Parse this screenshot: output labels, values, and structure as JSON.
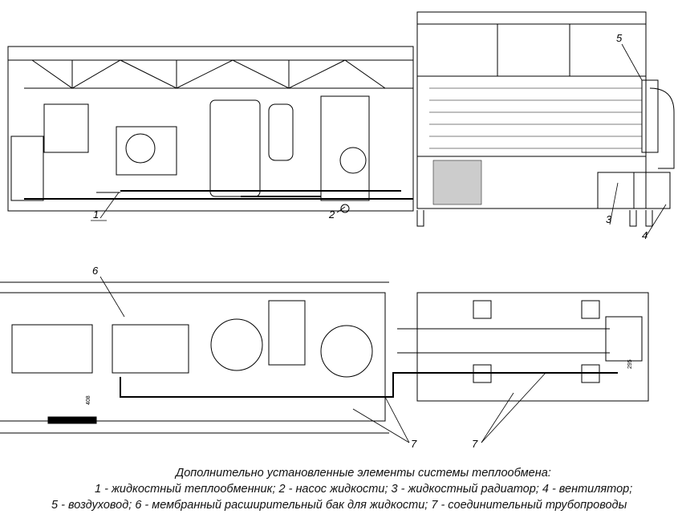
{
  "callouts": {
    "c1": "1",
    "c2": "2",
    "c3": "3",
    "c4": "4",
    "c5": "5",
    "c6": "6",
    "c7a": "7",
    "c7b": "7"
  },
  "dimensions": {
    "d1": "408",
    "d2": "295"
  },
  "caption": {
    "title": "Дополнительно установленные элементы системы теплообмена:",
    "line1": "1 - жидкостный теплообменник; 2 - насос жидкости; 3 - жидкостный радиатор; 4 - вентилятор;",
    "line2": "5 - воздуховод; 6 - мембранный расширительный бак для жидкости; 7 - соединительный трубопроводы"
  }
}
